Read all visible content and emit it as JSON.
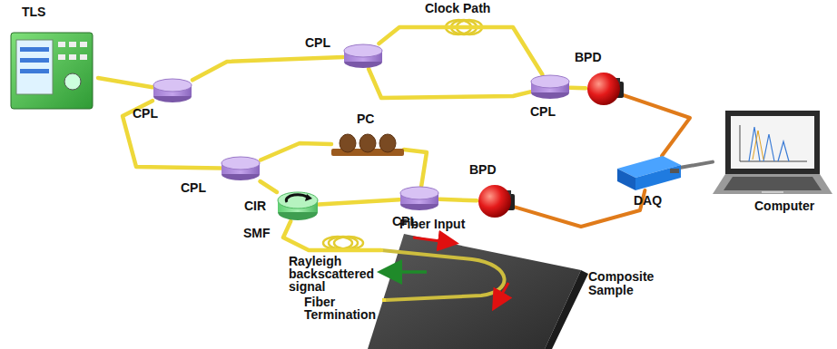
{
  "diagram": {
    "nodes": [
      {
        "text": [
          "TLS"
        ]
      },
      {
        "text": [
          "CPL"
        ]
      },
      {
        "text": [
          "CPL"
        ]
      },
      {
        "text": [
          "CPL"
        ]
      },
      {
        "text": [
          "BPD"
        ]
      },
      {
        "text": [
          "CPL"
        ]
      },
      {
        "text": [
          "PC"
        ]
      },
      {
        "text": [
          "CIR"
        ]
      },
      {
        "text": [
          "CPL"
        ]
      },
      {
        "text": [
          "BPD"
        ]
      },
      {
        "text": [
          "DAQ"
        ]
      },
      {
        "text": [
          "Computer"
        ]
      },
      {
        "text": [
          "Composite Sample"
        ]
      }
    ],
    "edges": [
      {
        "from": 0,
        "to": 1,
        "arrow": "none"
      },
      {
        "from": 1,
        "to": 2,
        "arrow": "none"
      },
      {
        "from": 2,
        "to": 3,
        "label": "Clock Path",
        "arrow": "none"
      },
      {
        "from": 2,
        "to": 3,
        "arrow": "none"
      },
      {
        "from": 3,
        "to": 4,
        "arrow": "none"
      },
      {
        "from": 4,
        "to": 10,
        "arrow": "none"
      },
      {
        "from": 1,
        "to": 5,
        "arrow": "none"
      },
      {
        "from": 5,
        "to": 6,
        "arrow": "none"
      },
      {
        "from": 6,
        "to": 8,
        "arrow": "none"
      },
      {
        "from": 5,
        "to": 7,
        "arrow": "none"
      },
      {
        "from": 7,
        "to": 8,
        "arrow": "none"
      },
      {
        "from": 8,
        "to": 9,
        "arrow": "none"
      },
      {
        "from": 9,
        "to": 10,
        "arrow": "none"
      },
      {
        "from": 10,
        "to": 11,
        "arrow": "none"
      },
      {
        "from": 7,
        "to": 12,
        "label": "SMF",
        "arrow": "none"
      }
    ],
    "labels": [
      "Fiber Input",
      "Rayleigh backscattered signal",
      "Fiber Termination"
    ]
  }
}
